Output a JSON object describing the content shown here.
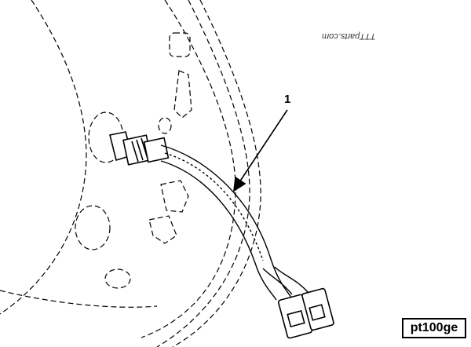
{
  "callout": {
    "number": "1"
  },
  "watermark": {
    "text": "TTTparts.com"
  },
  "figure": {
    "code": "pt100ge"
  },
  "icons": {
    "housing": "flywheel-housing-icon",
    "sensor": "speed-sensor-icon",
    "harness": "wiring-harness-icon",
    "connector": "electrical-connector-icon",
    "arrow": "callout-arrow-icon"
  }
}
